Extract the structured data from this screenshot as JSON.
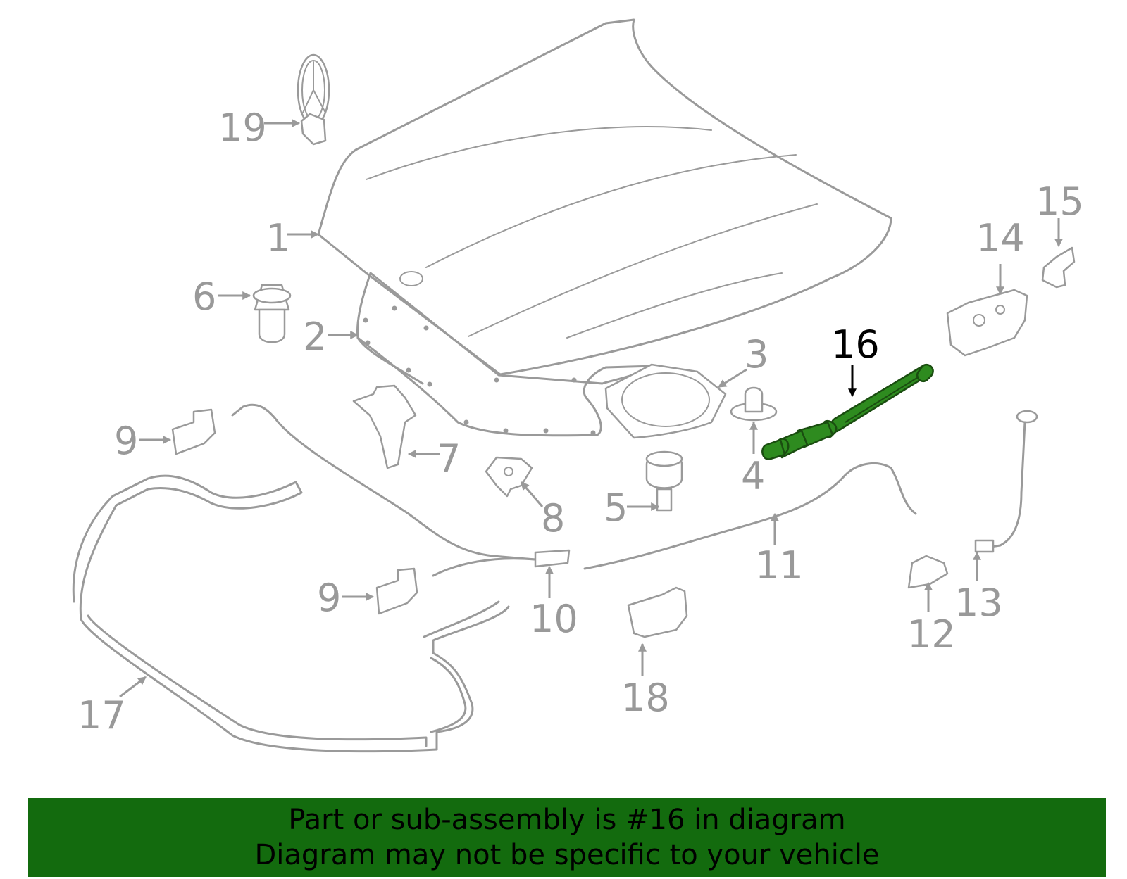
{
  "callouts": {
    "c1": "1",
    "c2": "2",
    "c3": "3",
    "c4": "4",
    "c5": "5",
    "c6": "6",
    "c7": "7",
    "c8": "8",
    "c9a": "9",
    "c9b": "9",
    "c10": "10",
    "c11": "11",
    "c12": "12",
    "c13": "13",
    "c14": "14",
    "c15": "15",
    "c16": "16",
    "c17": "17",
    "c18": "18",
    "c19": "19"
  },
  "banner": {
    "line1": "Part or sub-assembly is #16 in diagram",
    "line2": "Diagram may not be specific to your vehicle"
  },
  "colors": {
    "highlight_part": "#2e8b1f",
    "banner_bg": "#136b0e",
    "line": "#9a9a9a"
  }
}
